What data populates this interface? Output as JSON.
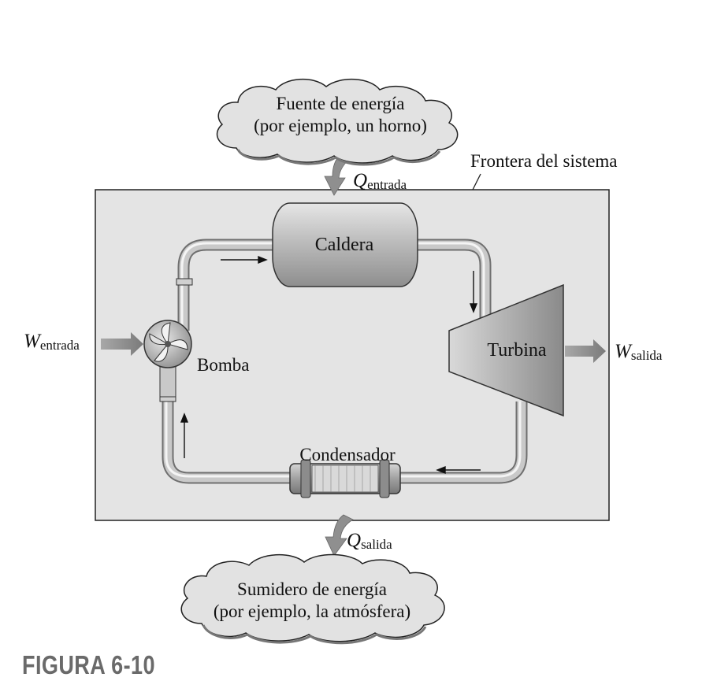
{
  "diagram": {
    "source_cloud": {
      "line1": "Fuente de energía",
      "line2": "(por ejemplo, un horno)"
    },
    "sink_cloud": {
      "line1": "Sumidero de energía",
      "line2": "(por ejemplo, la atmósfera)"
    },
    "boundary_label": "Frontera del sistema",
    "q_in": {
      "symbol": "Q",
      "subscript": "entrada"
    },
    "q_out": {
      "symbol": "Q",
      "subscript": "salida"
    },
    "w_in": {
      "symbol": "W",
      "subscript": "entrada"
    },
    "w_out": {
      "symbol": "W",
      "subscript": "salida"
    },
    "boiler_label": "Caldera",
    "turbine_label": "Turbina",
    "pump_label": "Bomba",
    "condenser_label": "Condensador"
  },
  "caption": "FIGURA 6-10"
}
